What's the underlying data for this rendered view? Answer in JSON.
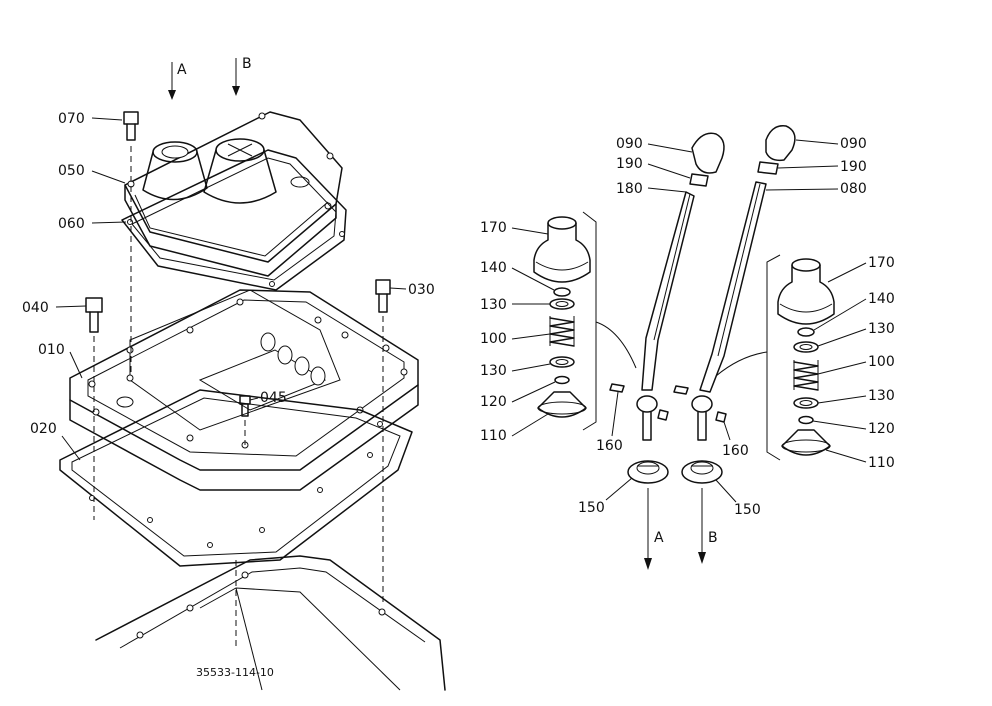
{
  "callouts": [
    {
      "id": "070",
      "label": "070"
    },
    {
      "id": "050",
      "label": "050"
    },
    {
      "id": "060",
      "label": "060"
    },
    {
      "id": "040",
      "label": "040"
    },
    {
      "id": "010",
      "label": "010"
    },
    {
      "id": "020",
      "label": "020"
    },
    {
      "id": "030",
      "label": "030"
    },
    {
      "id": "045",
      "label": "045"
    },
    {
      "id": "170-left",
      "label": "170"
    },
    {
      "id": "140-left",
      "label": "140"
    },
    {
      "id": "130-left-top",
      "label": "130"
    },
    {
      "id": "100-left",
      "label": "100"
    },
    {
      "id": "130-left-bottom",
      "label": "130"
    },
    {
      "id": "120-left",
      "label": "120"
    },
    {
      "id": "110-left",
      "label": "110"
    },
    {
      "id": "160-left",
      "label": "160"
    },
    {
      "id": "150-left",
      "label": "150"
    },
    {
      "id": "090-left",
      "label": "090"
    },
    {
      "id": "190-left",
      "label": "190"
    },
    {
      "id": "180",
      "label": "180"
    },
    {
      "id": "090-right",
      "label": "090"
    },
    {
      "id": "190-right",
      "label": "190"
    },
    {
      "id": "080",
      "label": "080"
    },
    {
      "id": "170-right",
      "label": "170"
    },
    {
      "id": "140-right",
      "label": "140"
    },
    {
      "id": "130-right-top",
      "label": "130"
    },
    {
      "id": "100-right",
      "label": "100"
    },
    {
      "id": "130-right-bottom",
      "label": "130"
    },
    {
      "id": "120-right",
      "label": "120"
    },
    {
      "id": "110-right",
      "label": "110"
    },
    {
      "id": "160-right",
      "label": "160"
    },
    {
      "id": "150-right",
      "label": "150"
    }
  ],
  "arrows": {
    "top_a": "A",
    "top_b": "B",
    "bottom_a": "A",
    "bottom_b": "B"
  },
  "drawing_number": "35533-114-10"
}
